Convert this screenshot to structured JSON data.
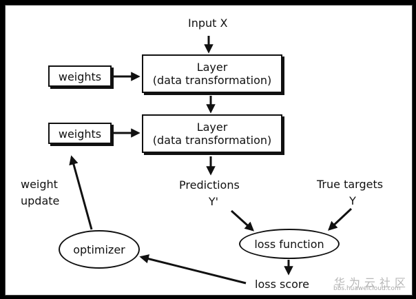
{
  "input_label": "Input X",
  "layers": [
    {
      "title": "Layer",
      "subtitle": "(data transformation)",
      "weights_label": "weights"
    },
    {
      "title": "Layer",
      "subtitle": "(data transformation)",
      "weights_label": "weights"
    }
  ],
  "weight_update_label": [
    "weight",
    "update"
  ],
  "predictions": {
    "label": "Predictions",
    "symbol": "Y'"
  },
  "targets": {
    "label": "True targets",
    "symbol": "Y"
  },
  "loss_function_label": "loss function",
  "loss_score_label": "loss score",
  "optimizer_label": "optimizer",
  "watermark": {
    "text": "华为云社区",
    "url": "bbs.huaweicloud.com"
  },
  "colors": {
    "ink": "#111111",
    "panel": "#ffffff",
    "frame": "#000000",
    "watermark": "#b8b8b8"
  }
}
